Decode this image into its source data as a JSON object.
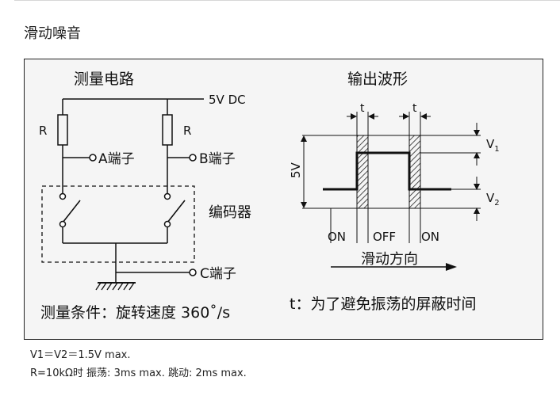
{
  "section_title": "滑动噪音",
  "circuit": {
    "title": "测量电路",
    "supply": "5V DC",
    "resistor_left": "R",
    "resistor_right": "R",
    "terminal_a": "A端子",
    "terminal_b": "B端子",
    "terminal_c": "C端子",
    "encoder": "编码器",
    "condition": "测量条件：旋转速度 360˚/s"
  },
  "waveform": {
    "title": "输出波形",
    "t_left": "t",
    "t_right": "t",
    "v1": "V",
    "v1_sub": "1",
    "v2": "V",
    "v2_sub": "2",
    "amplitude": "5V",
    "on_left": "ON",
    "off": "OFF",
    "on_right": "ON",
    "direction": "滑动方向",
    "note": "t：为了避免振荡的屏蔽时间"
  },
  "specs": {
    "line1": "V1＝V2＝1.5V max.",
    "line2": "R=10kΩ时 振荡: 3ms max. 跳动: 2ms max."
  }
}
